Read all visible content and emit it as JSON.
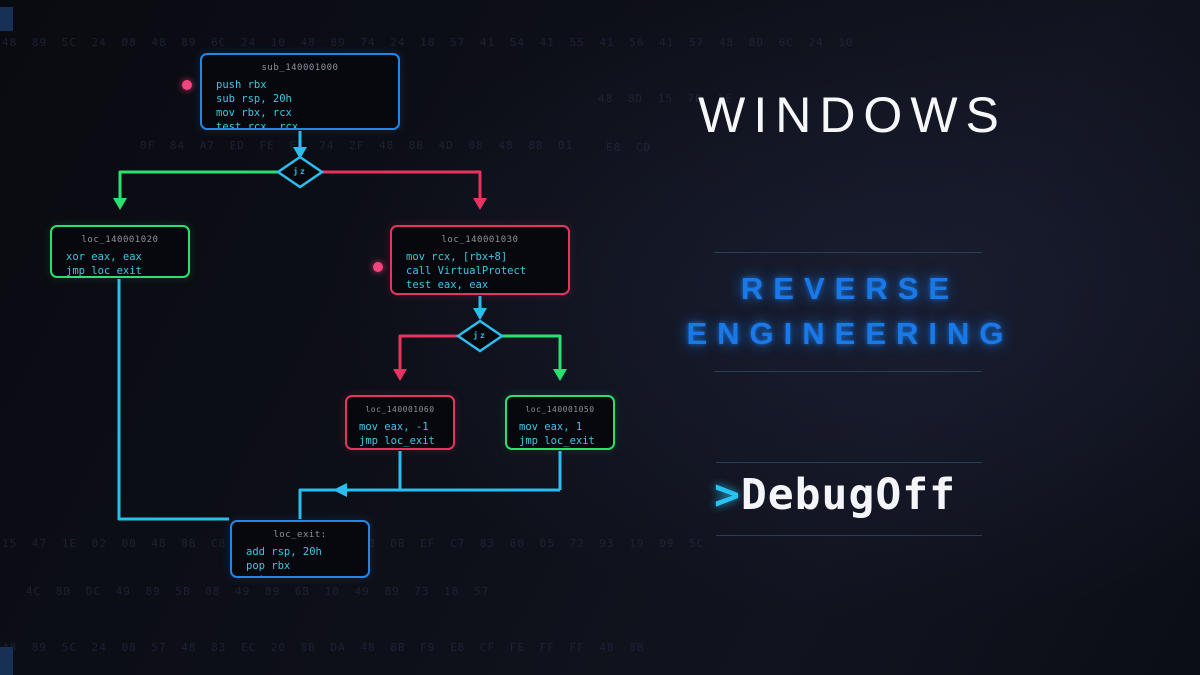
{
  "background": {
    "hex_rows": [
      "48 89 5C 24 08 48 89 6C 24 10 48 89 74 24 18 57 41 54 41 55 41 56 41 57 48 8D 6C 24 10",
      "48 8D 15 7D 1E",
      "0F 84 A7 ED FE FF 74 2F 48 8B 4D 08 48 8B 01",
      "E8 CD",
      "15 47 1E 02 00 48 8B C8 E8 72 01 00 00 0B EF C7 83 60 05 72 93 19 09 5C",
      "4C 8B DC 49 89 5B 08 49 89 6B 10 49 89 73 18 57",
      "48 89 5C 24 08 57 48 83 EC 20 8B DA 48 8B F9 E8 CF FE FF FF 48 8B"
    ]
  },
  "flowgraph": {
    "blocks": {
      "entry": {
        "title": "sub_140001000",
        "lines": [
          "push rbx",
          "sub rsp, 20h",
          "mov rbx, rcx",
          "test rcx, rcx"
        ]
      },
      "left": {
        "title": "loc_140001020",
        "lines": [
          "xor eax, eax",
          "jmp loc_exit"
        ]
      },
      "mid": {
        "title": "loc_140001030",
        "lines": [
          "mov rcx, [rbx+8]",
          "call VirtualProtect",
          "test eax, eax"
        ]
      },
      "false2": {
        "title": "loc_140001060",
        "lines": [
          "mov eax, -1",
          "jmp loc_exit"
        ]
      },
      "true2": {
        "title": "loc_140001050",
        "lines": [
          "mov eax, 1",
          "jmp loc_exit"
        ]
      },
      "exit": {
        "title": "loc_exit:",
        "lines": [
          "add rsp, 20h",
          "pop rbx",
          "ret"
        ]
      }
    },
    "diamonds": {
      "d1": {
        "label": "jz"
      },
      "d2": {
        "label": "jz"
      }
    },
    "colors": {
      "block_border_blue": "#1f87e8",
      "branch_true_green": "#2ae06e",
      "branch_false_red": "#e7335f",
      "flow_cyan": "#2bbdef",
      "code_text": "#3cc7e2",
      "block_title_text": "#8b919c",
      "breakpoint_dot": "#f4457c"
    }
  },
  "panel": {
    "title": "WINDOWS",
    "subtitle_line1": "REVERSE",
    "subtitle_line2": "ENGINEERING",
    "brand": {
      "chevron": ">",
      "name": "DebugOff"
    },
    "colors": {
      "title_white": "#f6f7f9",
      "subtitle_blue": "#1a79e8",
      "brand_chevron_cyan": "#27c3f2",
      "divider_blue": "#24455f"
    }
  }
}
